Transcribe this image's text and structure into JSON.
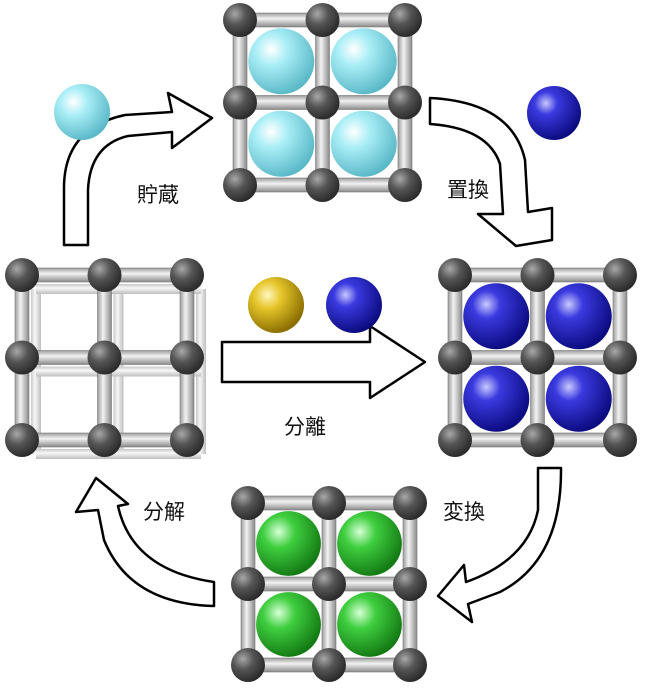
{
  "labels": {
    "storage": "貯蔵",
    "exchange": "置換",
    "separation": "分離",
    "conversion": "変換",
    "decomposition": "分解"
  },
  "colors": {
    "node": "#4a4a4a",
    "rod": "#c9c9c9",
    "cyan_ball": "#8fe0ec",
    "blue_ball": "#1e22c8",
    "green_ball": "#2fbf2f",
    "yellow_ball": "#e0c020",
    "arrow_fill": "#ffffff",
    "arrow_stroke": "#000000"
  }
}
